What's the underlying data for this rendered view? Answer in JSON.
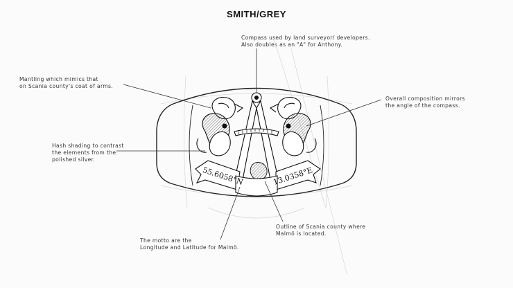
{
  "title": "SMITH/GREY",
  "annotations": {
    "compass": [
      "Compass used by land surveyor/ developers.",
      "Also doubles as an \"A\" for Anthony."
    ],
    "mantling": [
      "Mantling which mimics that",
      "on Scania county's coat of arms."
    ],
    "composition": [
      "Overall composition mirrors",
      "the angle of the compass."
    ],
    "hash": [
      "Hash shading to contrast",
      "the elements from the",
      "polished silver."
    ],
    "motto": [
      "The motto are the",
      "Longitude and Latitude for Malmö."
    ],
    "outline": [
      "Outline of Scania county where",
      "Malmö is located."
    ]
  },
  "ribbon": {
    "left": "55.6058°N",
    "right": "13.0358°E"
  }
}
